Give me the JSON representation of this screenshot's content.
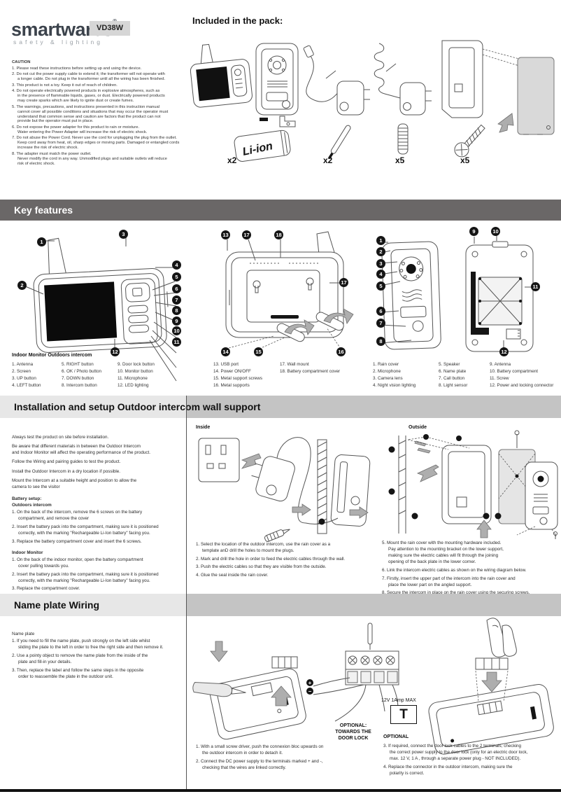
{
  "brand": {
    "logo": "smartwares",
    "mark": "®",
    "tagline": "safety & lighting",
    "model": "VD38W"
  },
  "caution": {
    "title": "CAUTION",
    "items": [
      "1. Please read these instructions before setting up and using the device.",
      "2. Do not cut the power supply cable to extend it; the transformer will not operate with\na longer cable. Do not plug in the transformer until all the wiring has been finished.",
      "3. This product is not a toy. Keep it out of reach of children.",
      "4. Do not operate electrically powered products in explosive atmospheres, such as\nin the presence of flammable liquids, gases, or dust. Electrically powered products\nmay create sparks which are likely to ignite dust or create fumes.",
      "5. The warnings, precautions, and instructions presented in this instruction manual\ncannot cover all possible conditions and situations that may occur the operator must\nunderstand that common sense and caution are factors that the product can not\nprovide but the operator must put in place.",
      "6. Do not expose the power adapter for this product to rain or moisture.\nWater entering the Power Adapter will increase the risk of electric shock.",
      "7. Do not abuse the Power Cord. Never use the cord for unplugging the plug from the outlet.\nKeep cord away from heat, oil, sharp edges or moving parts. Damaged or entangled cords\nincrease the risk of electric shock.",
      "8. The adapter must match the power outlet.\nNever modify the cord in any way. Unmodified plugs and suitable outlets will reduce\nrisk of electric shock."
    ]
  },
  "included": {
    "title": "Included in the pack:",
    "battery_label": "Li-ion",
    "quantities": [
      "x2",
      "x2",
      "x5",
      "x5"
    ]
  },
  "key_features": {
    "title": "Key features",
    "lists_title": "Indoor Monitor Outdoors intercom",
    "monitor_labels": [
      "1. Antenna",
      "2. Screen",
      "3. UP button",
      "4. LEFT button",
      "5. RIGHT button",
      "6. OK / Photo button",
      "7. DOWN button",
      "8. Intercom button",
      "9. Door lock button",
      "10. Monitor button",
      "11. Microphone",
      "12. LED lighting"
    ],
    "back_labels": [
      "13. USB port",
      "14. Power ON/OFF",
      "15. Metal support screws",
      "16. Metal supports",
      "17. Wall mount",
      "18. Battery compartment cover"
    ],
    "intercom_labels": [
      "1. Rain cover",
      "2. Microphone",
      "3. Camera lens",
      "4. Night vision lighting",
      "5. Speaker",
      "6. Name plate",
      "7. Call button",
      "8. Light sensor",
      "9. Antenna",
      "10. Battery compartment",
      "11. Screw",
      "12. Power and locking connector"
    ],
    "callouts_monitor": [
      "1",
      "2",
      "3",
      "4",
      "5",
      "6",
      "7",
      "8",
      "9",
      "10",
      "11",
      "12"
    ],
    "callouts_back": [
      "13",
      "17",
      "18",
      "17",
      "14",
      "15",
      "16"
    ],
    "callouts_intercom": [
      "1",
      "2",
      "3",
      "4",
      "5",
      "6",
      "7",
      "8",
      "9",
      "10",
      "11",
      "12"
    ]
  },
  "installation": {
    "title": "Installation and setup Outdoor intercom wall support",
    "intro": [
      "Always test the product on site before installation.",
      "Be aware that different materials in between the Outdoor Intercom\nand Indoor Monitor will affect the operating performance of the product.",
      "Follow the Wiring and pairing guides to test the product.",
      "Install the Outdoor Intercom in a dry location if possible.",
      "Mount the Intercom at a suitable height and position to allow the\ncamera to see the visitor"
    ],
    "battery_setup_title": "Battery setup:",
    "outdoors_title": "Outdoors intercom",
    "outdoors_steps": [
      "1. On the back of the intercom, remove the 6 screws on the battery\ncompartment, and remove the cover",
      "2. Insert the battery pack into the compartment, making sure it is positioned\ncorrectly, with the marking \"Rechargeable Li-Ion battery\" facing you.",
      "3. Replace the battery compartment cover and insert the 6 screws."
    ],
    "indoor_title": "Indoor Monitor",
    "indoor_steps": [
      "1. On the back of the indoor monitor, open the battery compartment\ncover pulling towards you.",
      "2. Insert the battery pack into the compartment, making sure it is positioned\ncorrectly, with the marking \"Rechargeable Li-Ion battery\" facing you.",
      "3. Replace the compartment cover."
    ],
    "inside_label": "Inside",
    "inside_steps": [
      "1. Select the location of the outdoor intercom, use the rain cover as a\ntemplate anD drill the holes to mount the plugs.",
      "2. Mark and drill the hole in order to feed the electric cables through the wall.",
      "3. Push the electric cables so that they are visible from the outside.",
      "4. Glue the seal inside the rain cover."
    ],
    "outside_label": "Outside",
    "outside_steps": [
      "5. Mount the rain cover with the mounting hardware included.\nPay attention to the mounting bracket on the lower support,\nmaking sure the electric cables will fit through the joining\nopening of the back plate in the lower corner.",
      "6. Link the intercom electric cables as shown on the wiring diagram below.",
      "7. Firstly, insert the upper part of the intercom into the rain cover and\nplace the lower part on the angled support.",
      "8. Secure the intercom in place on the rain cover using the securing screws."
    ]
  },
  "nameplate": {
    "title": "Name plate Wiring",
    "intro_title": "Name plate",
    "plate_steps": [
      "1. If you need to fill the name plate, push strongly on the left side whilst\nsliding the plate to the left in order to free the right side and then remove it.",
      "2. Use a pointy object to remove the name plate from the inside of the\nplate and fill-in your details.",
      "3. Then, replace the label and follow the same steps in the opposite\norder to reassemble the plate in the outdoor unit."
    ],
    "wiring_steps": [
      "1. With a small screw driver, push the connexion bloc upwards on\nthe outdoor intercom in order to detach it.",
      "2. Connect the DC power supply to the terminals marked + and -,\nchecking that the wires are linked correctly."
    ],
    "polarity_plus": "+",
    "polarity_minus": "−",
    "optional_door_label": "OPTIONAL:\nTOWARDS THE\nDOOR LOCK",
    "power_label": "12V 1Amp MAX",
    "transformer_letter": "T",
    "optional_title": "OPTIONAL",
    "optional_steps": [
      "3. If required, connect the door lock cables to the 2 terminals, checking\nthe correct power supply to the door lock (only for an electric door lock,\nmax. 12 V, 1 A , through a separate power plug - NOT INCLUDED).",
      "4. Replace the connector in the outdoor intercom, making sure the\npolarity is correct."
    ]
  }
}
